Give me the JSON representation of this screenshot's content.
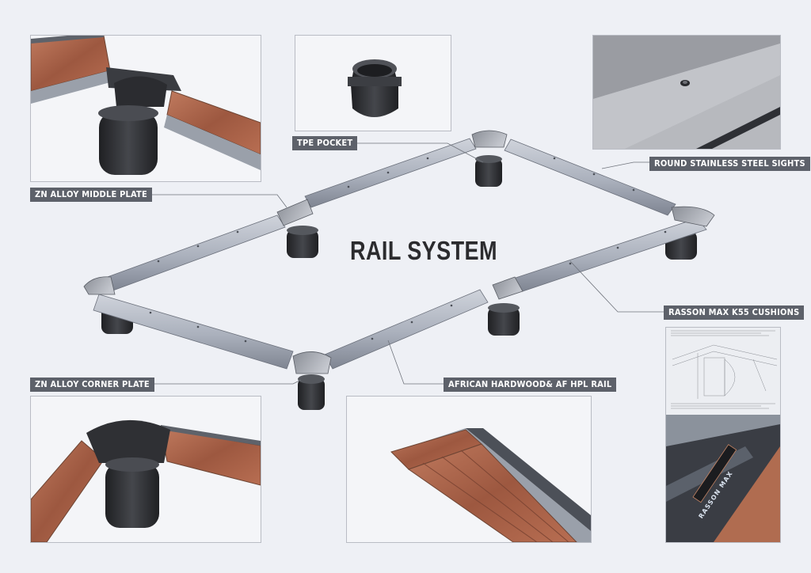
{
  "title": "RAIL SYSTEM",
  "callouts": {
    "tpe_pocket": "TPE POCKET",
    "round_sights": "ROUND STAINLESS STEEL SIGHTS",
    "middle_plate": "ZN ALLOY MIDDLE PLATE",
    "cushions": "RASSON MAX K55 CUSHIONS",
    "corner_plate": "ZN ALLOY CORNER PLATE",
    "hardwood_rail": "AFRICAN HARDWOOD& AF HPL RAIL"
  },
  "brand_badge": "RASSON MAX",
  "colors": {
    "rail_top": "#b7bcc7",
    "rail_side": "#8f95a2",
    "wood": "#a8614a",
    "pocket": "#2f3033",
    "label_bg": "#5d616a"
  }
}
